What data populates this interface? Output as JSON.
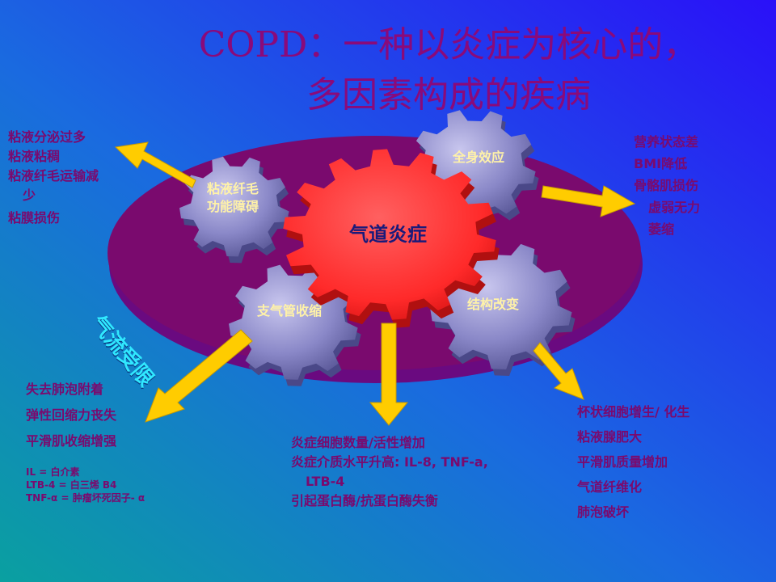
{
  "title": {
    "line1": "COPD：一种以炎症为核心的，",
    "line2": "多因素构成的疾病"
  },
  "gears": {
    "center": "气道炎症",
    "mucus": [
      "粘液纤毛",
      "功能障碍"
    ],
    "systemic": "全身效应",
    "bronchial": "支气管收缩",
    "structural": "结构改变"
  },
  "airflow_label": "气流受限",
  "left_top_list": [
    "粘液分泌过多",
    "粘液粘稠",
    "粘液纤毛运输减",
    "少",
    "粘膜损伤"
  ],
  "right_top_list": [
    "营养状态差",
    "BMI降低",
    "骨骼肌损伤",
    "虚弱无力",
    "萎缩"
  ],
  "left_bottom_list": [
    "失去肺泡附着",
    "弹性回缩力丧失",
    "平滑肌收缩增强"
  ],
  "abbreviations": [
    "IL = 白介素",
    "LTB-4 = 白三烯 B4",
    "TNF-α = 肿瘤坏死因子- α"
  ],
  "center_bottom_list": [
    "炎症细胞数量/活性增加",
    "炎症介质水平升高: IL-8, TNF-a,",
    "LTB-4",
    "引起蛋白酶/抗蛋白酶失衡"
  ],
  "right_bottom_list": [
    "杯状细胞增生/ 化生",
    "粘液腺肥大",
    "平滑肌质量增加",
    "气道纤维化",
    "肺泡破坏"
  ],
  "colors": {
    "bg_start": "#0a8f9a",
    "bg_end": "#2a10f0",
    "ellipse": "#7a0a6e",
    "gear": "#7a78b8",
    "core_gear": "#ff2a2a",
    "arrow": "#ffcc00"
  }
}
